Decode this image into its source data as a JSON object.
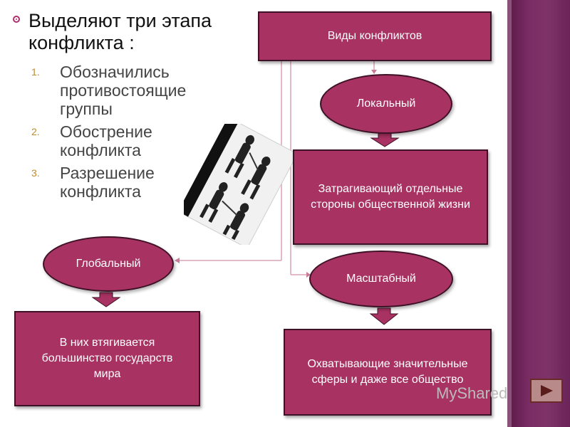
{
  "slide": {
    "title": "Выделяют три этапа конфликта :",
    "stages": [
      {
        "num": "1.",
        "text": "Обозначились противостоящие группы"
      },
      {
        "num": "2.",
        "text": "Обострение конфликта"
      },
      {
        "num": "3.",
        "text": "Разрешение конфликта"
      }
    ]
  },
  "diagram": {
    "root": "Виды конфликтов",
    "local": {
      "label": "Локальный",
      "desc": "Затрагивающий отдельные стороны общественной жизни"
    },
    "scale": {
      "label": "Масштабный",
      "desc": "Охватывающие значительные сферы и даже все общество"
    },
    "global": {
      "label": "Глобальный",
      "desc": "В них втягивается большинство государств мира"
    }
  },
  "watermark": "MyShared",
  "colors": {
    "node_fill": "#a83262",
    "node_border": "#3e1226",
    "accent": "#b12d6c",
    "stripe": "#7a2c64"
  }
}
